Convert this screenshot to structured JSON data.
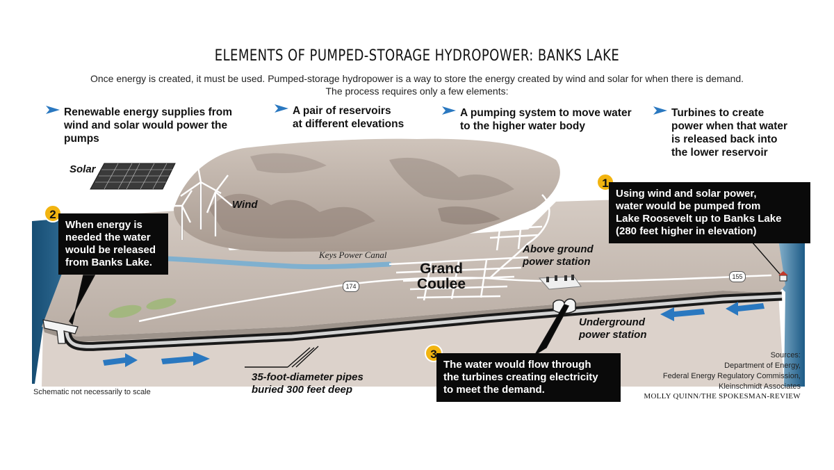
{
  "title": "ELEMENTS OF PUMPED-STORAGE HYDROPOWER: BANKS LAKE",
  "subtitle": {
    "line1": "Once energy is created, it must be used. Pumped-storage hydropower is a way to store the energy created by wind and solar for when there is demand.",
    "line2": "The process requires only a few elements:"
  },
  "elements": [
    {
      "lines": [
        "Renewable energy supplies from",
        "wind and solar would power the",
        "pumps"
      ]
    },
    {
      "lines": [
        "A pair of reservoirs",
        "at different elevations"
      ]
    },
    {
      "lines": [
        "A pumping system to move water",
        "to the higher water body"
      ]
    },
    {
      "lines": [
        "Turbines to create",
        "power when that water",
        "is released back into",
        "the lower reservoir"
      ]
    }
  ],
  "steps": [
    {
      "number": "1",
      "lines": [
        "Using wind and solar power,",
        "water would be pumped from",
        "Lake Roosevelt up to Banks Lake",
        "(280 feet higher in elevation)"
      ]
    },
    {
      "number": "2",
      "lines": [
        "When energy is",
        "needed the water",
        "would be released",
        "from Banks Lake."
      ]
    },
    {
      "number": "3",
      "lines": [
        "The water would flow through",
        "the turbines creating electricity",
        "to meet the demand."
      ]
    }
  ],
  "labels": {
    "solar": "Solar",
    "wind": "Wind",
    "canal": "Keys Power Canal",
    "town_line1": "Grand",
    "town_line2": "Coulee",
    "above_station_line1": "Above ground",
    "above_station_line2": "power station",
    "under_station_line1": "Underground",
    "under_station_line2": "power station",
    "pipes_line1": "35-foot-diameter pipes",
    "pipes_line2": "buried 300 feet deep",
    "route_174": "174",
    "route_155": "155",
    "scale_note": "Schematic not necessarily to scale"
  },
  "sources": [
    "Sources:",
    "Department of Energy,",
    "Federal Energy Regulatory Commission,",
    "Kleinschmidt Associates"
  ],
  "credit": "MOLLY QUINN/THE SPOKESMAN-REVIEW",
  "colors": {
    "water": "#1f5f8c",
    "arrow": "#2a78c0",
    "callout_bg": "#0a0a0a",
    "badge": "#f2b410",
    "terrain": "#c9beb6",
    "plateau": "#d9d0c9"
  }
}
